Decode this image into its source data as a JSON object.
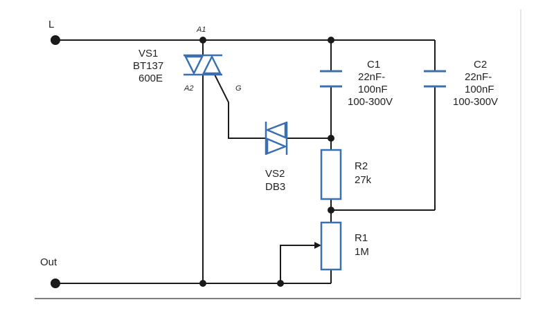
{
  "terminals": {
    "line": "L",
    "out": "Out"
  },
  "triac": {
    "ref": "VS1",
    "part": "BT137",
    "rating": "600E",
    "pin_a1": "A1",
    "pin_a2": "A2",
    "pin_g": "G"
  },
  "diac": {
    "ref": "VS2",
    "part": "DB3"
  },
  "capacitor_c1": {
    "ref": "C1",
    "value_line1": "22nF-",
    "value_line2": "100nF",
    "voltage": "100-300V"
  },
  "capacitor_c2": {
    "ref": "C2",
    "value_line1": "22nF-",
    "value_line2": "100nF",
    "voltage": "100-300V"
  },
  "resistor_r2": {
    "ref": "R2",
    "value": "27k"
  },
  "resistor_r1": {
    "ref": "R1",
    "value": "1M"
  },
  "colors": {
    "wire": "#1a1a1a",
    "component": "#3a6fb0",
    "background": "#ffffff",
    "frame": "#dddddd"
  }
}
